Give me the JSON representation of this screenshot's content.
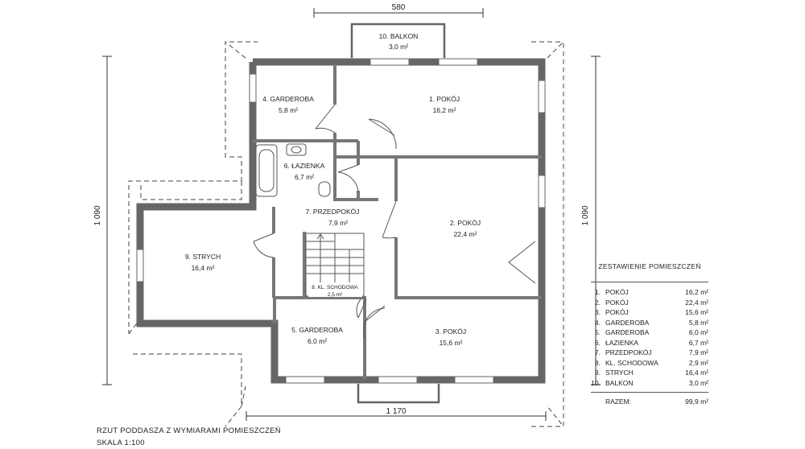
{
  "dimensions": {
    "top": "580",
    "bottom": "1 170",
    "left": "1 090",
    "right": "1 090"
  },
  "rooms": [
    {
      "name": "10. BALKON",
      "area": "3,0 m²"
    },
    {
      "name": "4. GARDEROBA",
      "area": "5,8 m²"
    },
    {
      "name": "1. POKÓJ",
      "area": "16,2 m²"
    },
    {
      "name": "6. ŁAZIENKA",
      "area": "6,7 m²"
    },
    {
      "name": "7. PRZEDPOKÓJ",
      "area": "7,9 m²"
    },
    {
      "name": "2. POKÓJ",
      "area": "22,4 m²"
    },
    {
      "name": "9. STRYCH",
      "area": "16,4 m²"
    },
    {
      "name": "8. KL. SCHODOWA",
      "area": "2,5 m²"
    },
    {
      "name": "5. GARDEROBA",
      "area": "6,0 m²"
    },
    {
      "name": "3. POKÓJ",
      "area": "15,6 m²"
    }
  ],
  "summary": {
    "title": "ZESTAWIENIE POMIESZCZEŃ",
    "items": [
      {
        "num": "1.",
        "name": "POKÓJ",
        "area": "16,2 m²"
      },
      {
        "num": "2.",
        "name": "POKÓJ",
        "area": "22,4 m²"
      },
      {
        "num": "3.",
        "name": "POKÓJ",
        "area": "15,6 m²"
      },
      {
        "num": "4.",
        "name": "GARDEROBA",
        "area": "5,8 m²"
      },
      {
        "num": "5.",
        "name": "GARDEROBA",
        "area": "6,0 m²"
      },
      {
        "num": "6.",
        "name": "ŁAZIENKA",
        "area": "6,7 m²"
      },
      {
        "num": "7.",
        "name": "PRZEDPOKÓJ",
        "area": "7,9 m²"
      },
      {
        "num": "8.",
        "name": "KL. SCHODOWA",
        "area": "2,9 m²"
      },
      {
        "num": "9.",
        "name": "STRYCH",
        "area": "16,4 m²"
      },
      {
        "num": "10.",
        "name": "BALKON",
        "area": "3,0 m²"
      }
    ],
    "total_label": "RAZEM:",
    "total_area": "99,9 m²"
  },
  "caption": {
    "title": "RZUT PODDASZA Z WYMIARAMI POMIESZCZEŃ",
    "scale": "SKALA 1:100"
  }
}
